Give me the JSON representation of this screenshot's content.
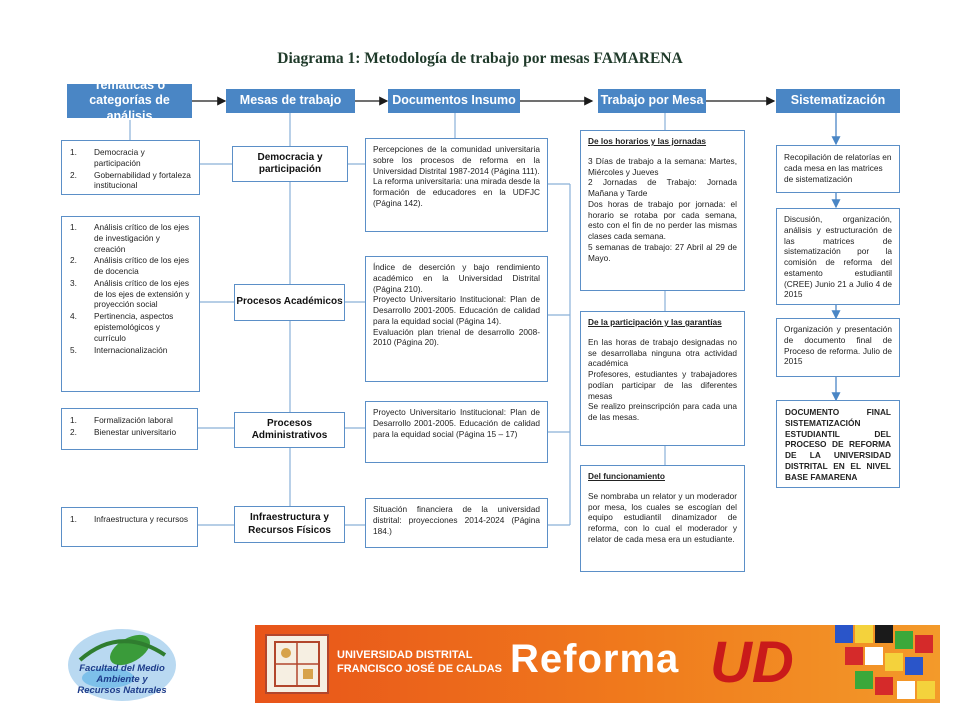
{
  "title": "Diagrama 1: Metodología de trabajo por mesas FAMARENA",
  "headers": {
    "tematicas": "Temáticas o categorías de análisis",
    "mesas": "Mesas de trabajo",
    "documentos": "Documentos Insumo",
    "trabajo": "Trabajo por Mesa",
    "sistematizacion": "Sistematización"
  },
  "themes": [
    {
      "items": [
        {
          "n": "1.",
          "text": "Democracia y participación"
        },
        {
          "n": "2.",
          "text": "Gobernabilidad y fortaleza institucional"
        }
      ]
    },
    {
      "items": [
        {
          "n": "1.",
          "text": "Análisis crítico de los ejes de investigación y creación"
        },
        {
          "n": "2.",
          "text": "Análisis crítico de los ejes de docencia"
        },
        {
          "n": "3.",
          "text": "Análisis crítico de los ejes de los ejes de extensión y proyección social"
        },
        {
          "n": "4.",
          "text": "Pertinencia, aspectos epistemológicos y currículo"
        },
        {
          "n": "5.",
          "text": "Internacionalización"
        }
      ]
    },
    {
      "items": [
        {
          "n": "1.",
          "text": "Formalización laboral"
        },
        {
          "n": "2.",
          "text": "Bienestar universitario"
        }
      ]
    },
    {
      "items": [
        {
          "n": "1.",
          "text": "Infraestructura y recursos"
        }
      ]
    }
  ],
  "mesas": [
    "Democracia y participación",
    "Procesos Académicos",
    "Procesos Administrativos",
    "Infraestructura y Recursos Físicos"
  ],
  "documents": [
    [
      "Percepciones de la comunidad universitaria sobre los procesos de reforma en la Universidad Distrital 1987-2014 (Página 111).",
      "La reforma universitaria: una mirada desde la formación de educadores en la UDFJC (Página 142)."
    ],
    [
      "Índice de deserción y bajo rendimiento académico en la Universidad Distrital (Página 210).",
      "Proyecto Universitario Institucional: Plan de Desarrollo 2001-2005. Educación de calidad para la equidad social (Página 14).",
      "Evaluación plan trienal de desarrollo 2008-2010 (Página 20)."
    ],
    [
      "Proyecto Universitario Institucional: Plan de Desarrollo 2001-2005. Educación de calidad para la equidad social (Página 15 – 17)"
    ],
    [
      "Situación financiera de la universidad distrital: proyecciones 2014-2024 (Página 184.)"
    ]
  ],
  "work": [
    {
      "heading": "De los horarios y las jornadas",
      "paras": [
        "3 Días de trabajo a la semana: Martes, Miércoles y Jueves",
        "2 Jornadas de Trabajo: Jornada Mañana y Tarde",
        "Dos horas de trabajo por jornada: el horario se rotaba por cada semana, esto con el fin de no perder las mismas clases cada semana.",
        "5 semanas de trabajo: 27 Abril al 29 de Mayo."
      ]
    },
    {
      "heading": "De la participación y las garantías",
      "paras": [
        "En las horas de trabajo designadas no se desarrollaba ninguna otra actividad académica",
        "Profesores, estudiantes y trabajadores podían participar de las diferentes mesas",
        "Se realizo preinscripción para cada una de las mesas."
      ]
    },
    {
      "heading": "Del funcionamiento",
      "paras": [
        "Se nombraba un relator y un moderador por mesa, los cuales se escogían del equipo estudiantil dinamizador de reforma, con lo cual el moderador y relator de cada mesa era un estudiante."
      ]
    }
  ],
  "systematization": [
    "Recopilación de relatorías en cada mesa en las matrices de sistematización",
    "Discusión, organización, análisis y estructuración de las matrices de sistematización por la comisión de reforma del estamento estudiantil (CREE) Junio 21 a Julio 4 de 2015",
    "Organización y presentación de documento final de Proceso de reforma. Julio de 2015",
    "DOCUMENTO FINAL SISTEMATIZACIÓN ESTUDIANTIL DEL PROCESO DE REFORMA DE LA UNIVERSIDAD DISTRITAL EN EL NIVEL BASE FAMARENA"
  ],
  "logos": {
    "faculty": "Facultad del Medio Ambiente y Recursos Naturales",
    "university": [
      "UNIVERSIDAD DISTRITAL",
      "FRANCISCO JOSÉ DE CALDAS"
    ],
    "reforma": "Reforma",
    "ud": "UD"
  },
  "colors": {
    "header": "#4a86c5",
    "border": "#5b8fc7",
    "line": "#8ab0d8",
    "arrow": "#1a1a1a"
  }
}
